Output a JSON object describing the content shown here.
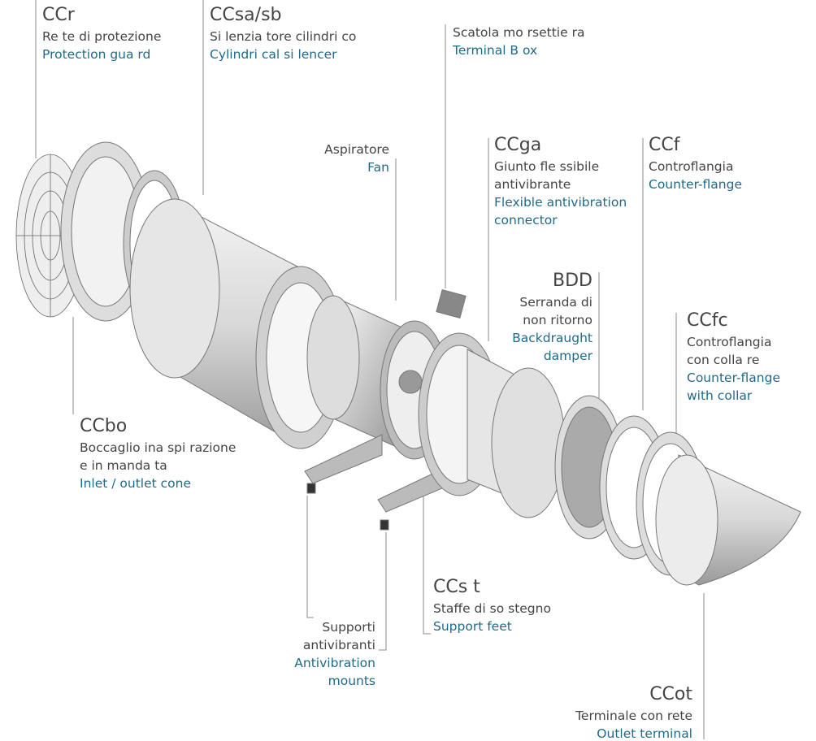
{
  "labels": {
    "ccr": {
      "code": "CCr",
      "it": [
        "Re te di protezione"
      ],
      "en": [
        "Protection gua rd"
      ]
    },
    "ccsa": {
      "code": "CCsa/sb",
      "it": [
        "Si lenzia tore cilindri co"
      ],
      "en": [
        "Cylindri cal si lencer"
      ]
    },
    "box": {
      "it": [
        "Scatola mo rsettie ra"
      ],
      "en": [
        "Terminal B  ox"
      ]
    },
    "fan": {
      "it": [
        "Aspiratore"
      ],
      "en": [
        "Fan"
      ]
    },
    "ccga": {
      "code": "CCga",
      "it": [
        "Giunto fle ssibile",
        "antivibrante"
      ],
      "en": [
        "Flexible antivibration",
        "connector"
      ]
    },
    "ccf": {
      "code": "CCf",
      "it": [
        "Controflangia"
      ],
      "en": [
        "Counter-flange"
      ]
    },
    "bdd": {
      "code": "BDD",
      "it": [
        "Serranda di",
        "non ritorno"
      ],
      "en": [
        "Backdraught",
        "damper"
      ]
    },
    "ccfc": {
      "code": "CCfc",
      "it": [
        "Controflangia",
        "con colla re"
      ],
      "en": [
        "Counter-flange",
        "with collar"
      ]
    },
    "ccbo": {
      "code": "CCbo",
      "it": [
        "Boccaglio ina spi razione",
        "e in manda ta"
      ],
      "en": [
        "Inlet / outlet cone"
      ]
    },
    "ccst": {
      "code": "CCs t",
      "it": [
        "Staffe di so stegno"
      ],
      "en": [
        "Support  feet"
      ]
    },
    "mounts": {
      "it": [
        "Supporti",
        "antivibranti"
      ],
      "en": [
        "Antivibration",
        "mounts"
      ]
    },
    "ccot": {
      "code": "CCot",
      "it": [
        "Terminale con rete"
      ],
      "en": [
        "Outlet terminal"
      ]
    }
  },
  "colors": {
    "text": "#444444",
    "accent": "#1f6a8a",
    "leader": "#8a8a8a"
  }
}
